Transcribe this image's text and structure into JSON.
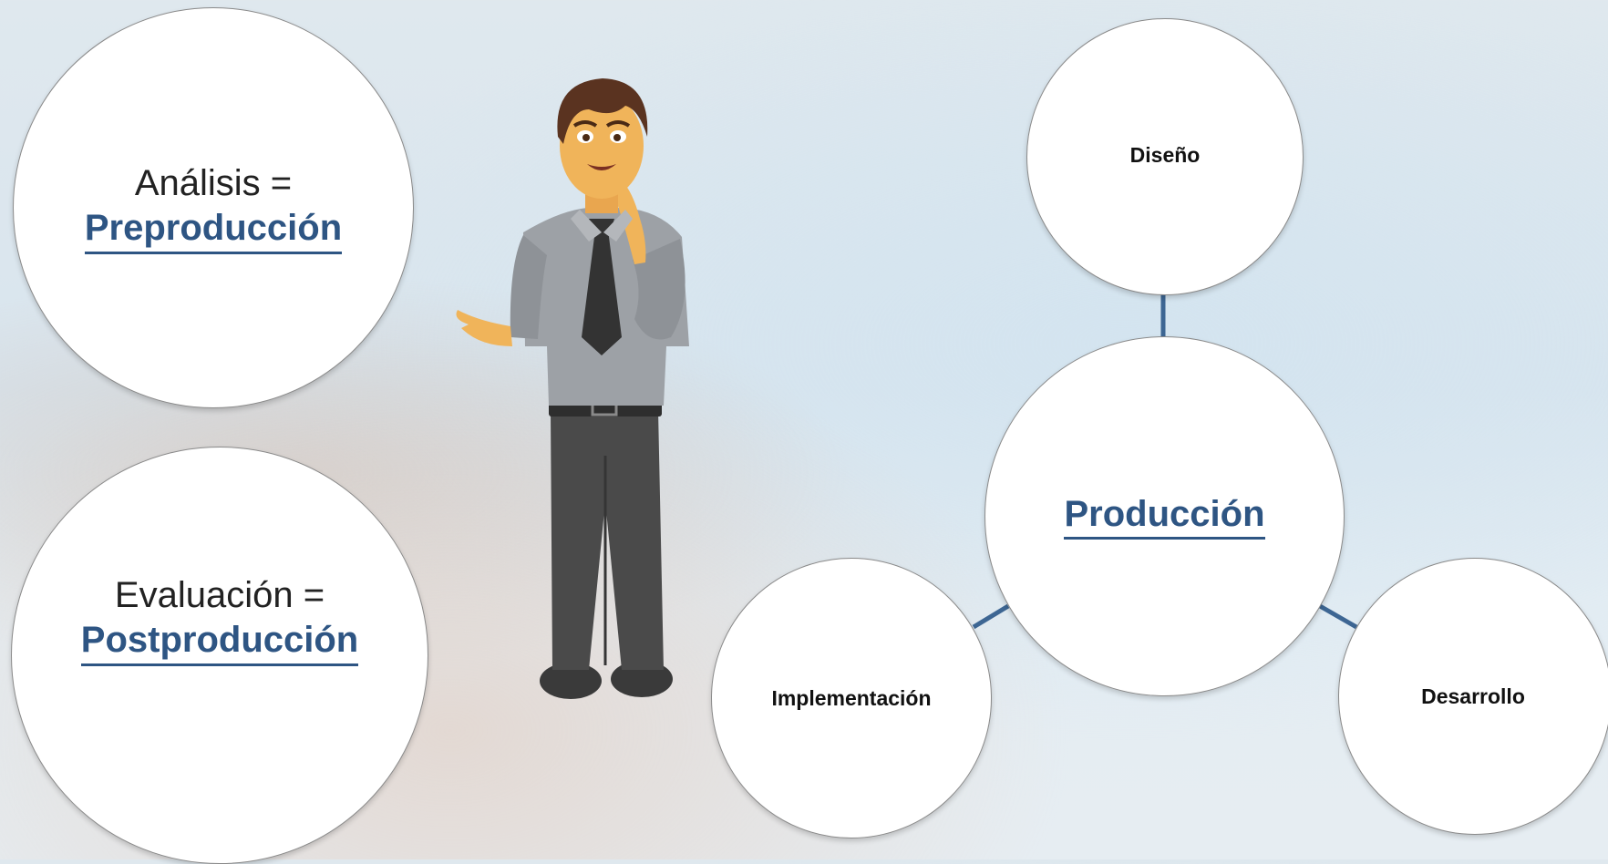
{
  "left_circles": {
    "analysis": {
      "prefix": "Análisis =",
      "highlight": "Preproducción"
    },
    "evaluation": {
      "prefix": "Evaluación =",
      "highlight": "Postproducción"
    }
  },
  "production_cycle": {
    "center": "Producción",
    "top": "Diseño",
    "left": "Implementación",
    "right": "Desarrollo"
  },
  "colors": {
    "accent": "#2e5583",
    "connector": "#3d6693",
    "circle_fill": "#ffffff"
  }
}
